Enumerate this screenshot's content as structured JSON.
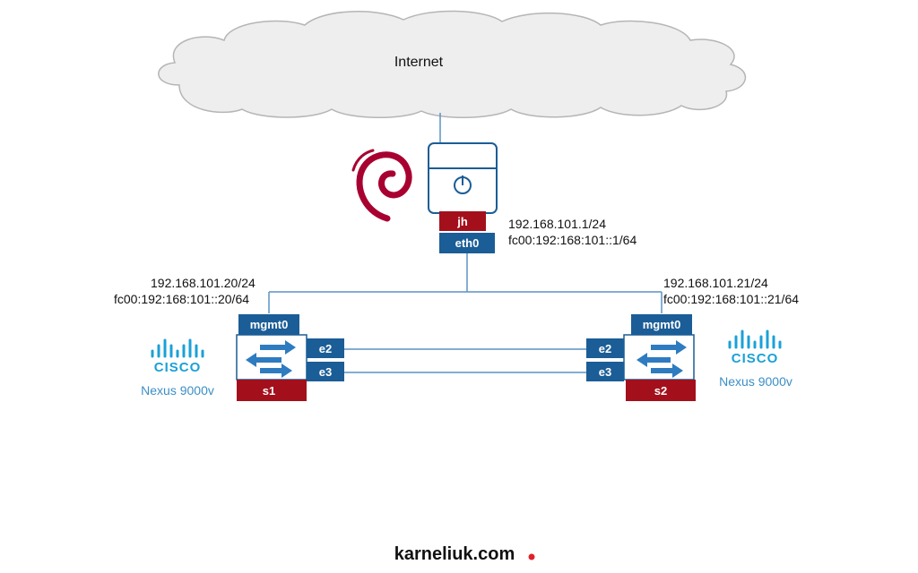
{
  "colors": {
    "port_blue": "#1b5d96",
    "node_red": "#a3101c",
    "cisco_blue": "#1ba0d7",
    "link_blue": "#5a92c4",
    "debian_red": "#a80030",
    "brand_dot": "#e0202a"
  },
  "cloud": {
    "label": "Internet"
  },
  "jumphost": {
    "name": "jh",
    "os_icon": "debian-swirl-icon",
    "port": "eth0",
    "ipv4": "192.168.101.1/24",
    "ipv6": "fc00:192:168:101::1/64"
  },
  "switch_left": {
    "name": "s1",
    "mgmt_port": "mgmt0",
    "port_e2": "e2",
    "port_e3": "e3",
    "ipv4": "192.168.101.20/24",
    "ipv6": "fc00:192:168:101::20/64",
    "vendor_icon": "cisco-logo-icon",
    "vendor_text": "CISCO",
    "model": "Nexus 9000v"
  },
  "switch_right": {
    "name": "s2",
    "mgmt_port": "mgmt0",
    "port_e2": "e2",
    "port_e3": "e3",
    "ipv4": "192.168.101.21/24",
    "ipv6": "fc00:192:168:101::21/64",
    "vendor_icon": "cisco-logo-icon",
    "vendor_text": "CISCO",
    "model": "Nexus 9000v"
  },
  "footer": {
    "brand": "karneliuk.com"
  }
}
